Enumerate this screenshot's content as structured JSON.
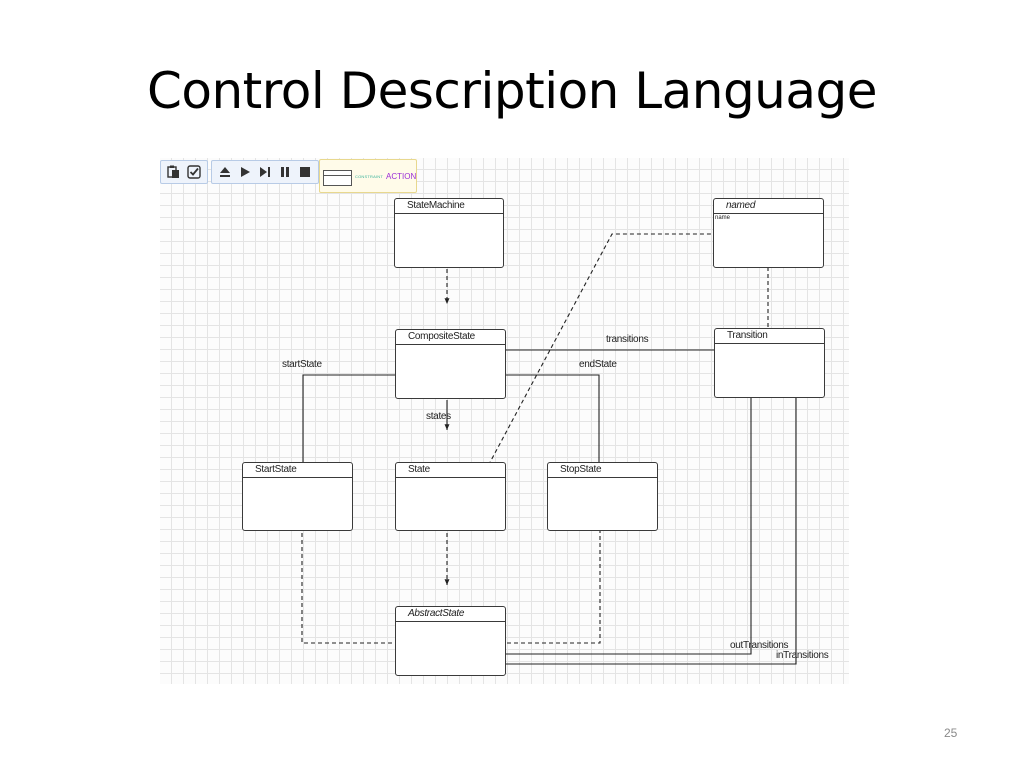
{
  "slide": {
    "title": "Control Description Language",
    "page_number": "25"
  },
  "toolbar": {
    "edit_icons": [
      "paste-icon",
      "validate-icon"
    ],
    "run_icons": [
      "eject-icon",
      "play-icon",
      "step-icon",
      "pause-icon",
      "stop-icon"
    ]
  },
  "palette": {
    "constraint_label": "CONSTRAINT",
    "action_label": "ACTION",
    "constraint_color": "#38b29a",
    "action_color": "#9b2ed6"
  },
  "nodes": {
    "state_machine": {
      "name": "StateMachine"
    },
    "named": {
      "name": "named",
      "attribute": "name"
    },
    "composite_state": {
      "name": "CompositeState"
    },
    "transition": {
      "name": "Transition"
    },
    "start_state": {
      "name": "StartState"
    },
    "state": {
      "name": "State"
    },
    "stop_state": {
      "name": "StopState"
    },
    "abstract_state": {
      "name": "AbstractState"
    }
  },
  "edges": {
    "transitions": "transitions",
    "start_state": "startState",
    "end_state": "endState",
    "states": "states",
    "out_transitions": "outTransitions",
    "in_transitions": "inTransitions"
  }
}
